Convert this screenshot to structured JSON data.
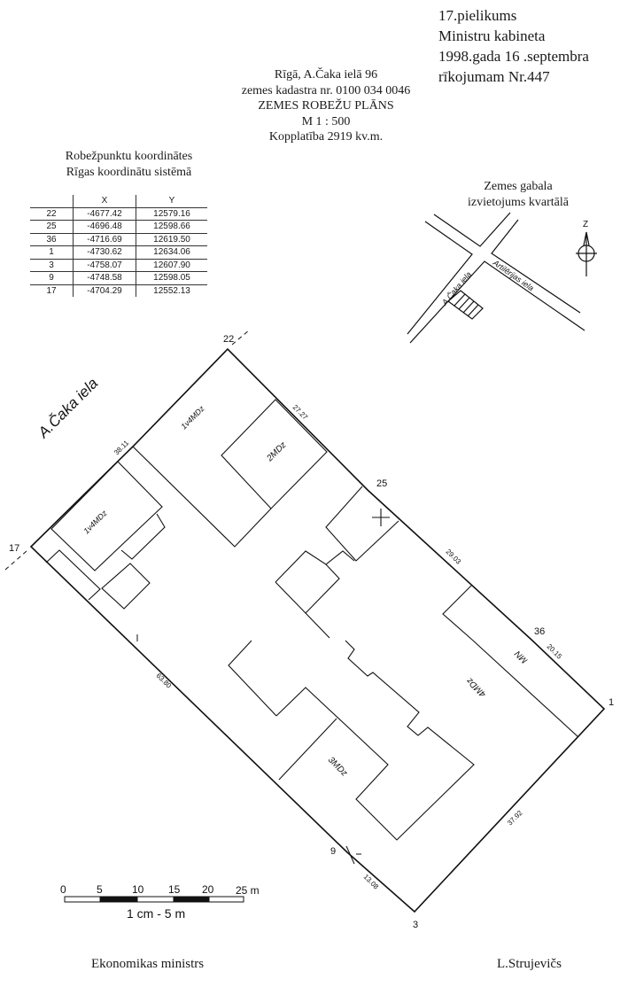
{
  "header": {
    "lines": [
      "17.pielikums",
      "Ministru kabineta",
      "1998.gada 16 .septembra",
      "rīkojumam Nr.447"
    ]
  },
  "title_block": {
    "lines": [
      "Rīgā, A.Čaka ielā 96",
      "zemes kadastra nr. 0100 034 0046",
      "ZEMES ROBEŽU PLĀNS",
      "M 1 : 500",
      "Kopplatība 2919 kv.m."
    ]
  },
  "coordinates": {
    "caption": [
      "Robežpunktu koordinātes",
      "Rīgas koordinātu sistēmā"
    ],
    "headers": [
      "",
      "X",
      "Y"
    ],
    "rows": [
      [
        "22",
        "-4677.42",
        "12579.16"
      ],
      [
        "25",
        "-4696.48",
        "12598.66"
      ],
      [
        "36",
        "-4716.69",
        "12619.50"
      ],
      [
        "1",
        "-4730.62",
        "12634.06"
      ],
      [
        "3",
        "-4758.07",
        "12607.90"
      ],
      [
        "9",
        "-4748.58",
        "12598.05"
      ],
      [
        "17",
        "-4704.29",
        "12552.13"
      ]
    ]
  },
  "location_map": {
    "caption": [
      "Zemes gabala",
      "izvietojums kvartālā"
    ],
    "streets": [
      "A.Čaka iela",
      "Artilērijas iela"
    ],
    "north_label": "Z"
  },
  "plan": {
    "street_label": "A.Čaka iela",
    "points": {
      "p22": "22",
      "p25": "25",
      "p36": "36",
      "p1": "1",
      "p3": "3",
      "p9": "9",
      "p17": "17"
    },
    "dimensions": {
      "d1": "38.11",
      "d2": "27.27",
      "d3": "29.03",
      "d4": "20.15",
      "d5": "37.92",
      "d6": "13.08",
      "d7": "63.80"
    },
    "buildings": {
      "b1": "1v4MDz",
      "b2": "2MDz",
      "b3": "1v4MDz",
      "b4": "MN",
      "b5": "4MDz",
      "b6": "3MDz"
    }
  },
  "scale_bar": {
    "ticks": [
      "0",
      "5",
      "10",
      "15",
      "20",
      "25 m"
    ],
    "caption": "1 cm - 5 m"
  },
  "signatures": {
    "left": "Ekonomikas ministrs",
    "right": "L.Strujevičs"
  }
}
